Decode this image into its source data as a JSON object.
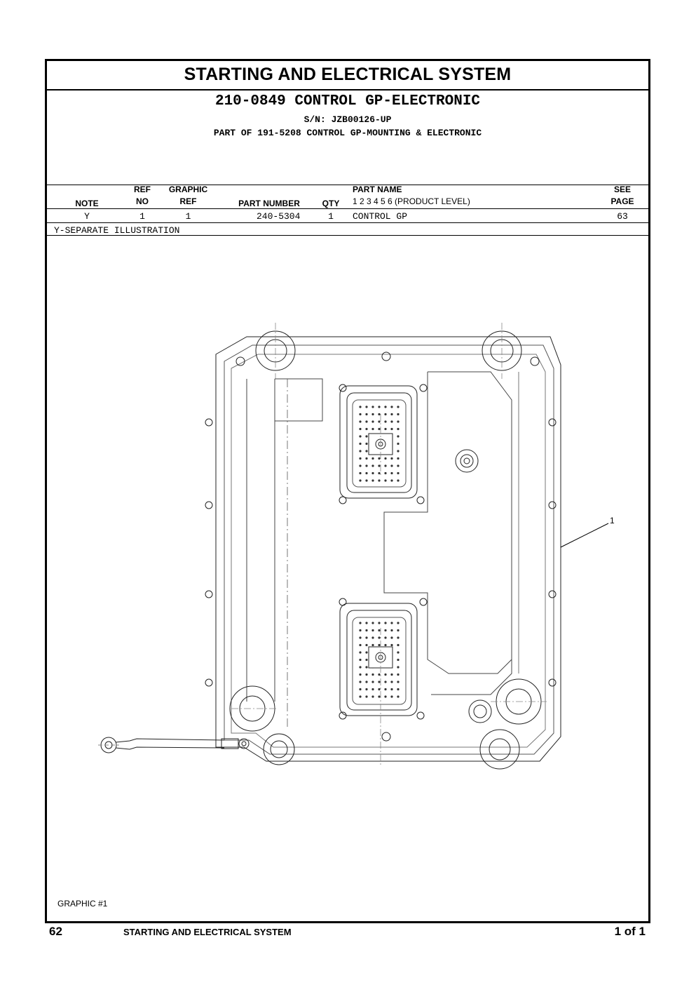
{
  "header": {
    "title": "STARTING AND ELECTRICAL SYSTEM",
    "subtitle": "210-0849 CONTROL GP-ELECTRONIC",
    "serial": "S/N: JZB00126-UP",
    "part_of": "PART OF 191-5208  CONTROL GP-MOUNTING & ELECTRONIC"
  },
  "table": {
    "columns": {
      "note": "NOTE",
      "ref_no_1": "REF",
      "ref_no_2": "NO",
      "graphic_ref_1": "GRAPHIC",
      "graphic_ref_2": "REF",
      "part_number": "PART NUMBER",
      "qty": "QTY",
      "part_name_1": "PART NAME",
      "part_name_2": "1 2 3 4 5 6 (PRODUCT LEVEL)",
      "see_page_1": "SEE",
      "see_page_2": "PAGE"
    },
    "rows": [
      {
        "note": "Y",
        "ref_no": "1",
        "graphic_ref": "1",
        "part_number": "240-5304",
        "qty": "1",
        "part_name": "CONTROL GP",
        "see_page": "63"
      }
    ],
    "note_legend": "Y-SEPARATE ILLUSTRATION"
  },
  "illustration": {
    "callouts": [
      "1"
    ],
    "graphic_label": "GRAPHIC #1"
  },
  "footer": {
    "page_number": "62",
    "section": "STARTING AND ELECTRICAL SYSTEM",
    "sheet": "1 of 1"
  }
}
